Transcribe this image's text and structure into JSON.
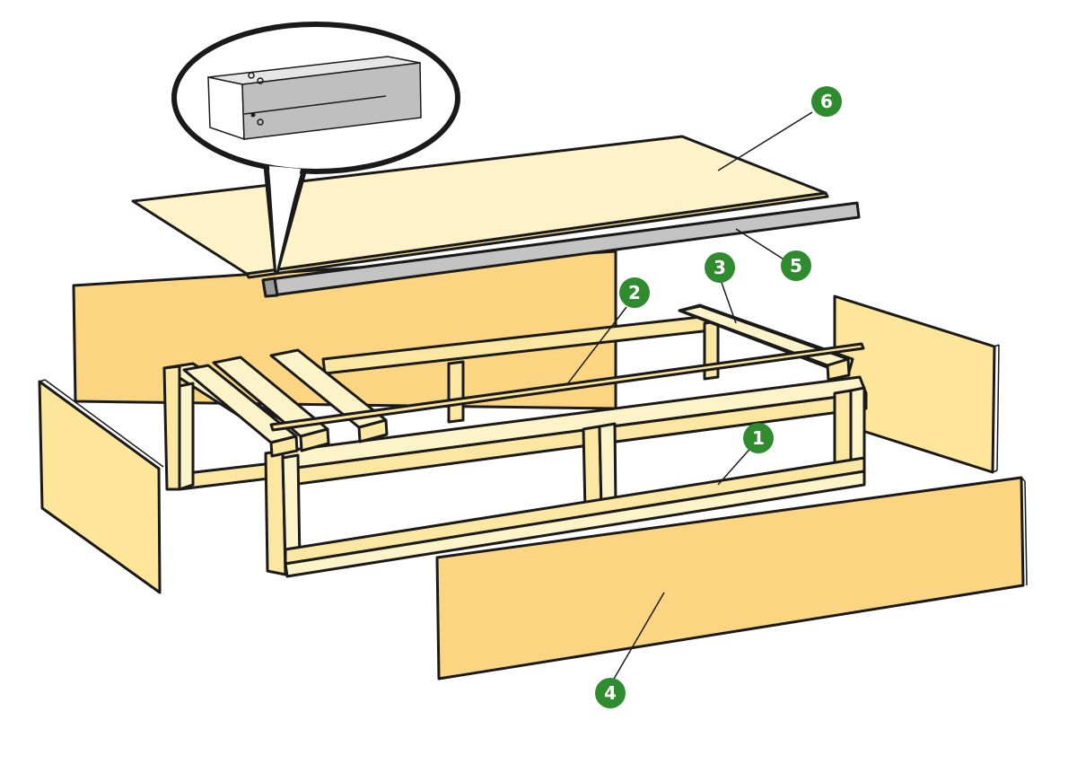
{
  "colors": {
    "outline": "#1a1a1a",
    "wood_light": "#fdf3c8",
    "wood_mid": "#fbe7a1",
    "panel": "#fde59a",
    "panel_dark": "#fbd581",
    "top_board": "#fef2c9",
    "metal": "#c4c4c4",
    "metal_dark": "#9a9a9a",
    "badge": "#2e8b2e",
    "badge_text": "#ffffff"
  },
  "callouts": [
    {
      "id": "1",
      "label": "1"
    },
    {
      "id": "2",
      "label": "2"
    },
    {
      "id": "3",
      "label": "3"
    },
    {
      "id": "4",
      "label": "4"
    },
    {
      "id": "5",
      "label": "5"
    },
    {
      "id": "6",
      "label": "6"
    }
  ]
}
